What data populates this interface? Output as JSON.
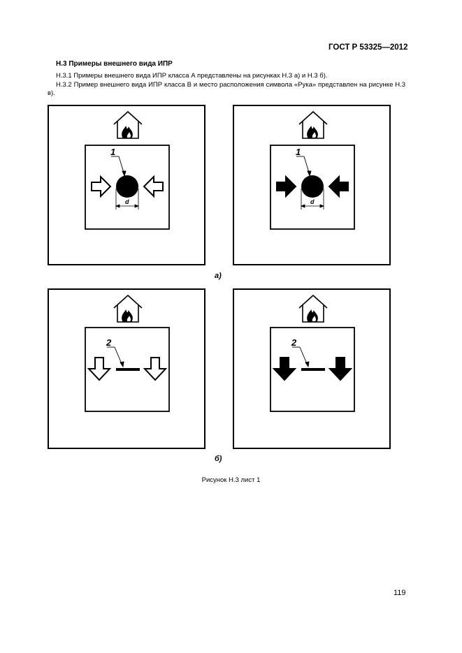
{
  "header": {
    "standard": "ГОСТ Р 53325—2012"
  },
  "section": {
    "heading": "Н.3  Примеры внешнего вида ИПР"
  },
  "paragraphs": [
    "Н.3.1  Примеры внешнего вида ИПР класса А представлены на рисунках Н.3 а) и Н.3 б).",
    "Н.3.2  Пример внешнего вида ИПР класса В и место расположения символа «Рука» представлен на рисунке Н.3 в)."
  ],
  "figures": {
    "callout_button": "1",
    "callout_bar": "2",
    "dimension_label": "d",
    "label_a": "а)",
    "label_b": "б)",
    "icons": [
      "house-fire-icon",
      "arrow-icon"
    ]
  },
  "caption": "Рисунок Н.3 лист 1",
  "page_number": "119"
}
